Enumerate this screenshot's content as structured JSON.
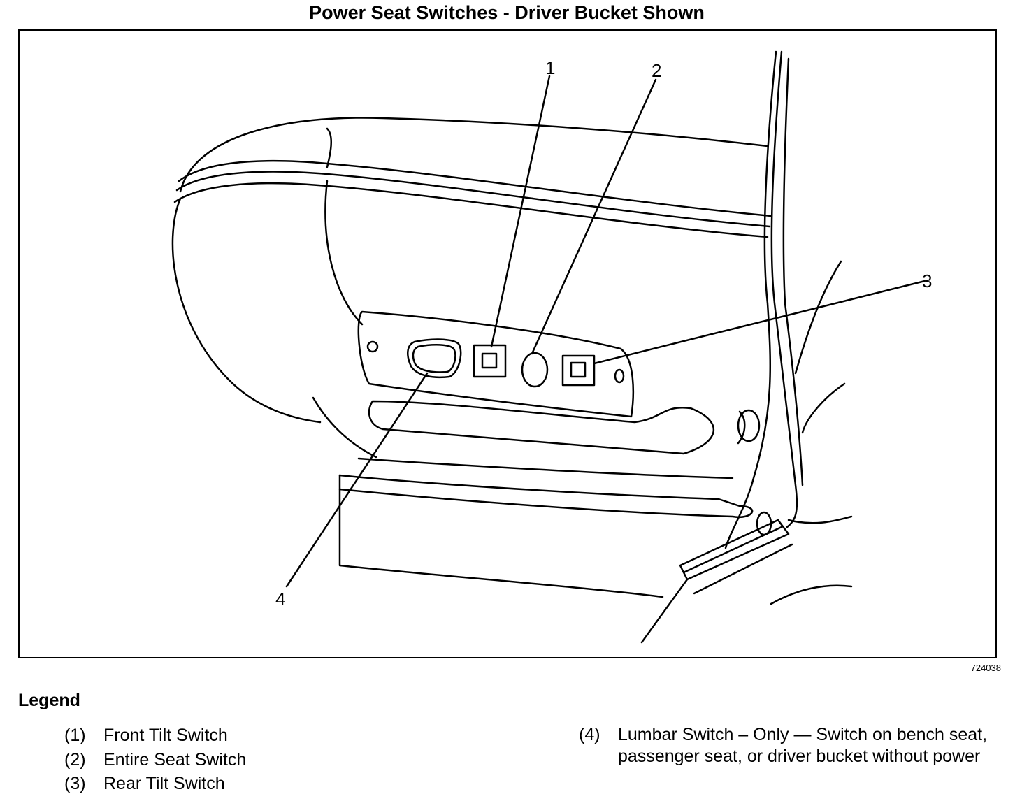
{
  "title": "Power Seat Switches - Driver Bucket Shown",
  "figure_id": "724038",
  "callouts": [
    "1",
    "2",
    "3",
    "4"
  ],
  "legend": {
    "heading": "Legend",
    "items": [
      {
        "number": "(1)",
        "text": "Front Tilt Switch"
      },
      {
        "number": "(2)",
        "text": "Entire Seat Switch"
      },
      {
        "number": "(3)",
        "text": "Rear Tilt Switch"
      },
      {
        "number": "(4)",
        "text": "Lumbar Switch – Only — Switch on bench seat, passenger seat, or driver bucket without power"
      }
    ]
  }
}
